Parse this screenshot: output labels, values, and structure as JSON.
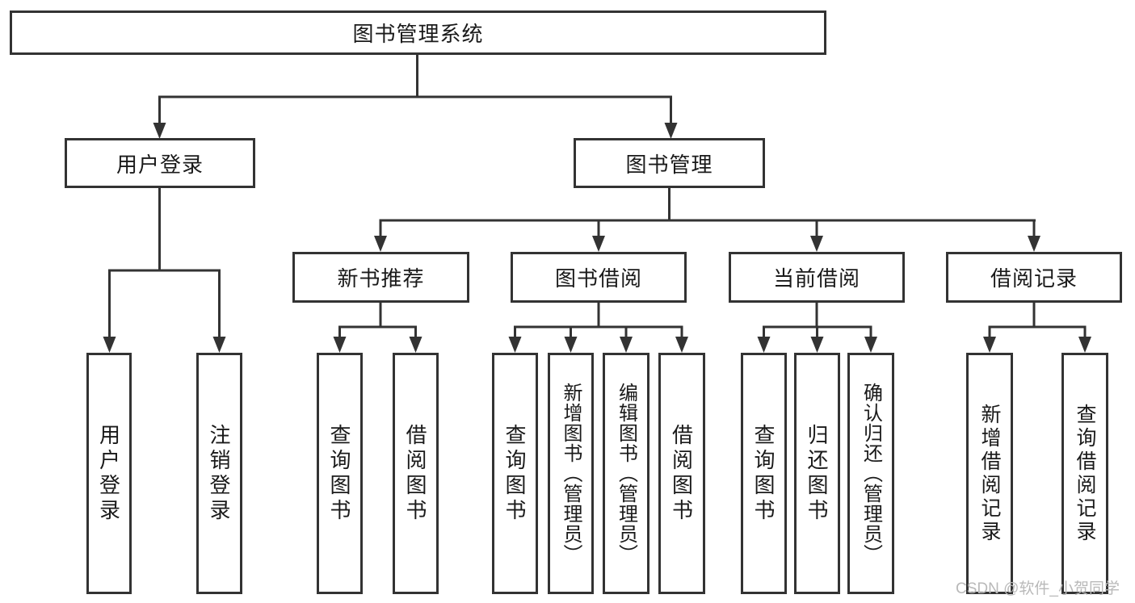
{
  "diagram": {
    "root": {
      "label": "图书管理系统"
    },
    "user_branch": {
      "label": "用户登录",
      "children": [
        {
          "label": "用户登录"
        },
        {
          "label": "注销登录"
        }
      ]
    },
    "book_branch": {
      "label": "图书管理",
      "groups": [
        {
          "label": "新书推荐",
          "children": [
            {
              "label": "查询图书"
            },
            {
              "label": "借阅图书"
            }
          ]
        },
        {
          "label": "图书借阅",
          "children": [
            {
              "label": "查询图书"
            },
            {
              "label": "新增图书（管理员）"
            },
            {
              "label": "编辑图书（管理员）"
            },
            {
              "label": "借阅图书"
            }
          ]
        },
        {
          "label": "当前借阅",
          "children": [
            {
              "label": "查询图书"
            },
            {
              "label": "归还图书"
            },
            {
              "label": "确认归还（管理员）"
            }
          ]
        },
        {
          "label": "借阅记录",
          "children": [
            {
              "label": "新增借阅记录"
            },
            {
              "label": "查询借阅记录"
            }
          ]
        }
      ]
    },
    "watermark": "CSDN @软件_小贺同学",
    "colors": {
      "line": "#333333",
      "text": "#1a1a1a",
      "watermark": "#b9b9b9"
    }
  }
}
